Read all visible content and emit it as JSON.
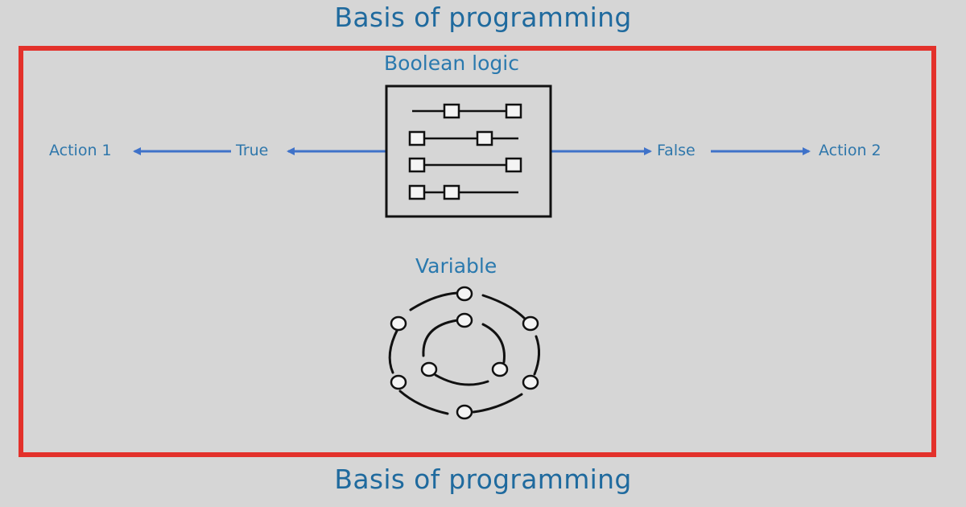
{
  "title_top": "Basis of programming",
  "title_bottom": "Basis of programming",
  "frame_color": "#e3312b",
  "accent_text_color": "#1f6a9e",
  "arrow_color": "#3f72c9",
  "boolean_logic": {
    "label": "Boolean logic",
    "icon": "sliders-icon"
  },
  "flow": {
    "left": {
      "branch_label": "True",
      "action_label": "Action 1"
    },
    "right": {
      "branch_label": "False",
      "action_label": "Action 2"
    }
  },
  "variable": {
    "label": "Variable",
    "icon": "orbit-nodes-icon"
  }
}
